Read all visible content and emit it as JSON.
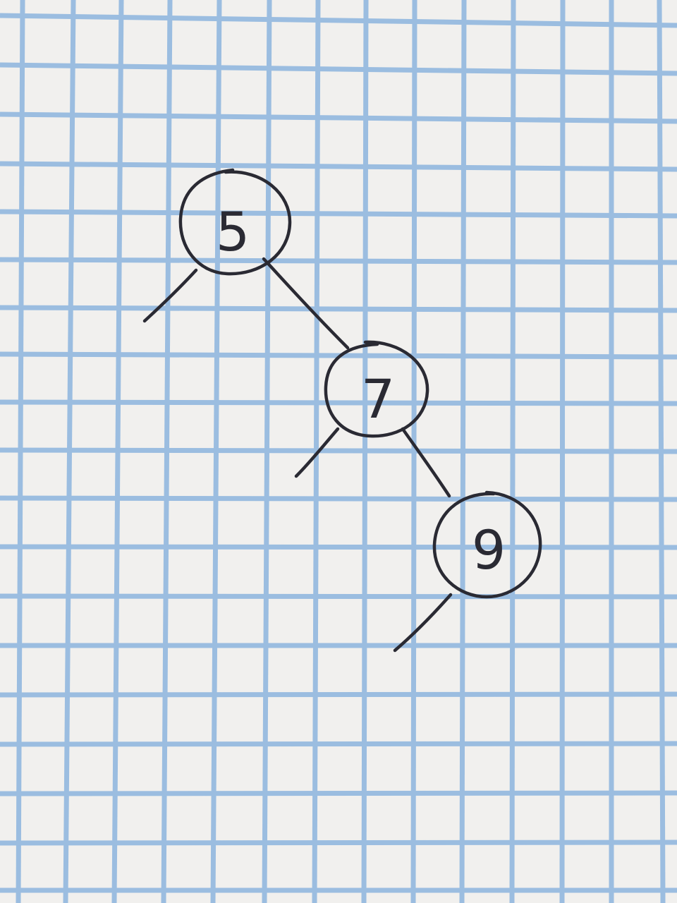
{
  "diagram": {
    "type": "binary-tree",
    "nodes": [
      {
        "id": "n5",
        "label": "5"
      },
      {
        "id": "n7",
        "label": "7"
      },
      {
        "id": "n9",
        "label": "9"
      }
    ],
    "edges": [
      {
        "from": "n5",
        "to": "n7"
      },
      {
        "from": "n7",
        "to": "n9"
      }
    ],
    "null_children": [
      {
        "parent": "n5",
        "side": "left"
      },
      {
        "parent": "n7",
        "side": "left"
      },
      {
        "parent": "n9",
        "side": "left"
      }
    ]
  },
  "colors": {
    "paper": "#f1f0ee",
    "grid": "#8db5de",
    "ink": "#2a2a33"
  }
}
